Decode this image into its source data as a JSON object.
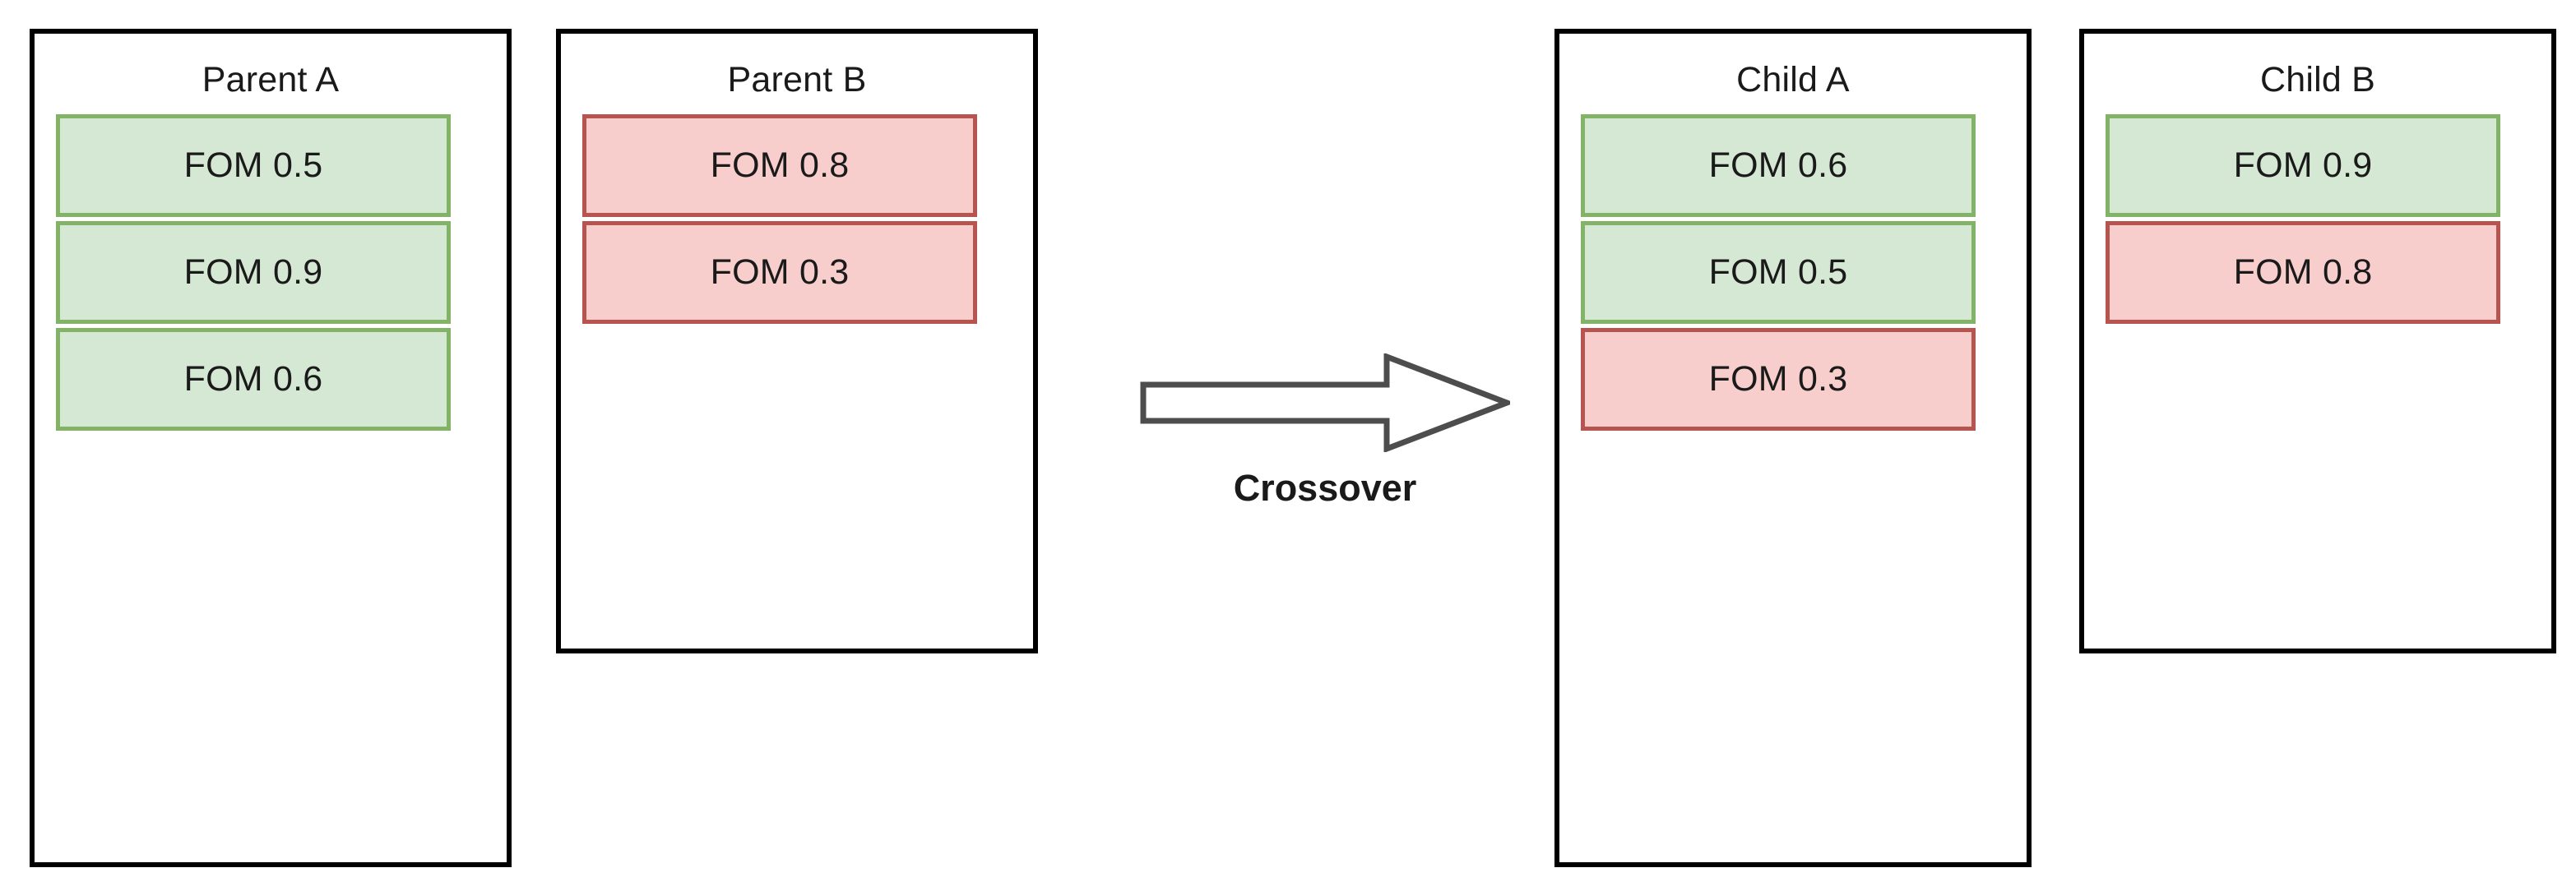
{
  "diagram": {
    "title": "Crossover",
    "palette": {
      "container_border": "#000000",
      "canvas_background": "#ffffff",
      "green_fill": "#d5e8d4",
      "green_border": "#82b366",
      "red_fill": "#f8cecc",
      "red_border": "#b85450",
      "text": "#1a1a1a",
      "arrow_stroke": "#4d4d4d"
    }
  },
  "arrow": {
    "label": "Crossover",
    "direction": "right",
    "style": "hollow-block-arrow"
  },
  "groups": [
    {
      "id": "parent-a",
      "title": "Parent A",
      "side": "left",
      "genes": [
        {
          "label": "FOM 0.5",
          "value": 0.5,
          "color": "green"
        },
        {
          "label": "FOM 0.9",
          "value": 0.9,
          "color": "green"
        },
        {
          "label": "FOM 0.6",
          "value": 0.6,
          "color": "green"
        }
      ]
    },
    {
      "id": "parent-b",
      "title": "Parent B",
      "side": "left",
      "genes": [
        {
          "label": "FOM 0.8",
          "value": 0.8,
          "color": "red"
        },
        {
          "label": "FOM 0.3",
          "value": 0.3,
          "color": "red"
        }
      ]
    },
    {
      "id": "child-a",
      "title": "Child A",
      "side": "right",
      "genes": [
        {
          "label": "FOM 0.6",
          "value": 0.6,
          "color": "green"
        },
        {
          "label": "FOM 0.5",
          "value": 0.5,
          "color": "green"
        },
        {
          "label": "FOM 0.3",
          "value": 0.3,
          "color": "red"
        }
      ]
    },
    {
      "id": "child-b",
      "title": "Child B",
      "side": "right",
      "genes": [
        {
          "label": "FOM 0.9",
          "value": 0.9,
          "color": "green"
        },
        {
          "label": "FOM 0.8",
          "value": 0.8,
          "color": "red"
        }
      ]
    }
  ]
}
